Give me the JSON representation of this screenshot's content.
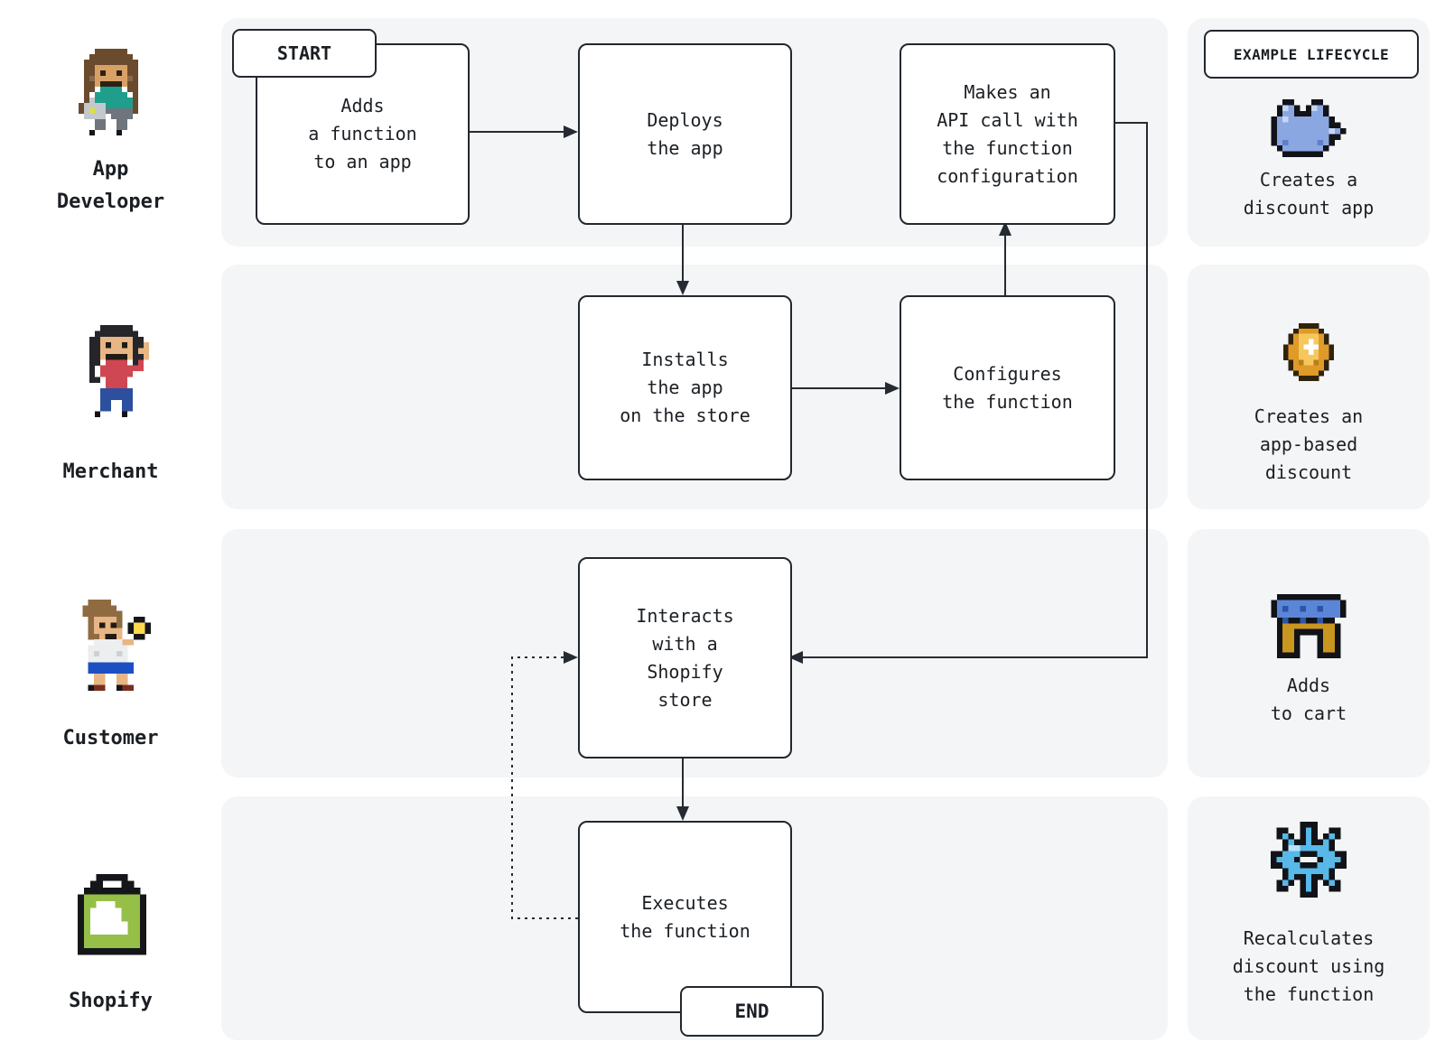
{
  "palette": {
    "lane_background": "#f4f5f6",
    "stroke": "#23272e",
    "text": "#1b1f24",
    "box_background": "#ffffff",
    "puzzle_blue": "#8aa7e2",
    "coin_gold": "#e09a28",
    "store_awning_blue": "#5b85d6",
    "store_base_gold": "#c9961f",
    "gear_blue": "#58b8e8",
    "shopify_green": "#95bf47"
  },
  "lanes": [
    {
      "actor": "App Developer",
      "actor_lines": [
        "App",
        "Developer"
      ],
      "avatar_icon": "developer-avatar"
    },
    {
      "actor": "Merchant",
      "actor_lines": [
        "Merchant"
      ],
      "avatar_icon": "merchant-avatar"
    },
    {
      "actor": "Customer",
      "actor_lines": [
        "Customer"
      ],
      "avatar_icon": "customer-avatar"
    },
    {
      "actor": "Shopify",
      "actor_lines": [
        "Shopify"
      ],
      "avatar_icon": "shopify-bag-icon"
    }
  ],
  "flow": {
    "start_label": "START",
    "end_label": "END",
    "boxes": [
      {
        "id": "adds-function",
        "lane": "App Developer",
        "lines": [
          "Adds",
          "a function",
          "to an app"
        ]
      },
      {
        "id": "deploys-app",
        "lane": "App Developer",
        "lines": [
          "Deploys",
          "the app"
        ]
      },
      {
        "id": "makes-api-call",
        "lane": "App Developer",
        "lines": [
          "Makes an",
          "API call with",
          "the function",
          "configuration"
        ]
      },
      {
        "id": "installs-app",
        "lane": "Merchant",
        "lines": [
          "Installs",
          "the app",
          "on the store"
        ]
      },
      {
        "id": "configures-function",
        "lane": "Merchant",
        "lines": [
          "Configures",
          "the function"
        ]
      },
      {
        "id": "interacts-store",
        "lane": "Customer",
        "lines": [
          "Interacts",
          "with a",
          "Shopify",
          "store"
        ]
      },
      {
        "id": "executes-function",
        "lane": "Shopify",
        "lines": [
          "Executes",
          "the function"
        ]
      }
    ]
  },
  "example_lifecycle": {
    "title": "EXAMPLE LIFECYCLE",
    "items": [
      {
        "icon": "puzzle-icon",
        "lines": [
          "Creates a",
          "discount app"
        ]
      },
      {
        "icon": "coin-icon",
        "lines": [
          "Creates an",
          "app-based",
          "discount"
        ]
      },
      {
        "icon": "store-icon",
        "lines": [
          "Adds",
          "to cart"
        ]
      },
      {
        "icon": "gear-icon",
        "lines": [
          "Recalculates",
          "discount using",
          "the function"
        ]
      }
    ]
  }
}
